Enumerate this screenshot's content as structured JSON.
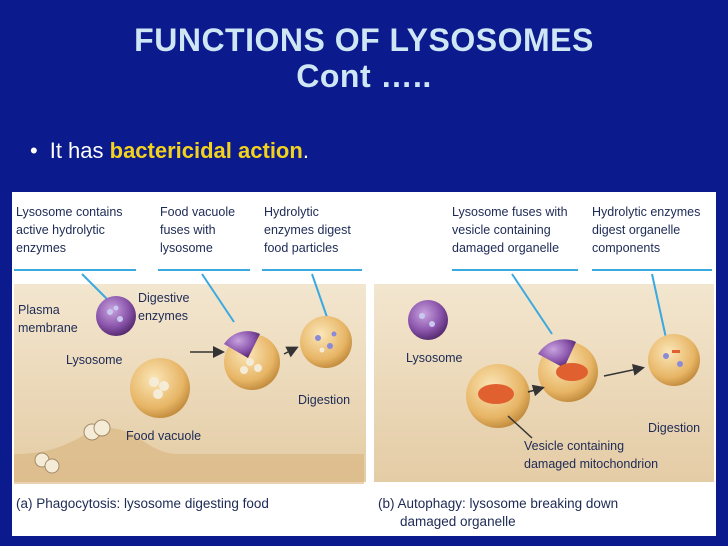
{
  "title": {
    "line1": "FUNCTIONS OF LYSOSOMES",
    "line2": "Cont ….."
  },
  "bullet": {
    "prefix": "It has ",
    "highlight": "bactericidal action",
    "suffix": "."
  },
  "panel_a": {
    "header_1": [
      "Lysosome contains",
      "active hydrolytic",
      "enzymes"
    ],
    "header_2": [
      "Food vacuole",
      "fuses with",
      "lysosome"
    ],
    "header_3": [
      "Hydrolytic",
      "enzymes digest",
      "food particles"
    ],
    "plasma_membrane": [
      "Plasma",
      "membrane"
    ],
    "digestive_enzymes": [
      "Digestive",
      "enzymes"
    ],
    "lysosome": "Lysosome",
    "food_vacuole": "Food vacuole",
    "digestion": "Digestion",
    "caption": "(a) Phagocytosis: lysosome digesting food"
  },
  "panel_b": {
    "header_1": [
      "Lysosome fuses with",
      "vesicle containing",
      "damaged organelle"
    ],
    "header_2": [
      "Hydrolytic enzymes",
      "digest organelle",
      "components"
    ],
    "lysosome": "Lysosome",
    "digestion": "Digestion",
    "vesicle": [
      "Vesicle containing",
      "damaged mitochondrion"
    ],
    "caption_1": "(b) Autophagy: lysosome breaking down",
    "caption_2": "damaged organelle"
  },
  "colors": {
    "background": "#0b1a8c",
    "title": "#cfe6f5",
    "highlight": "#f2d21e",
    "panel_bg": "#eddcc1",
    "rule": "#3aa9e0",
    "lysosome": "#7d4a9c",
    "vesicle": "#e3b25f"
  }
}
